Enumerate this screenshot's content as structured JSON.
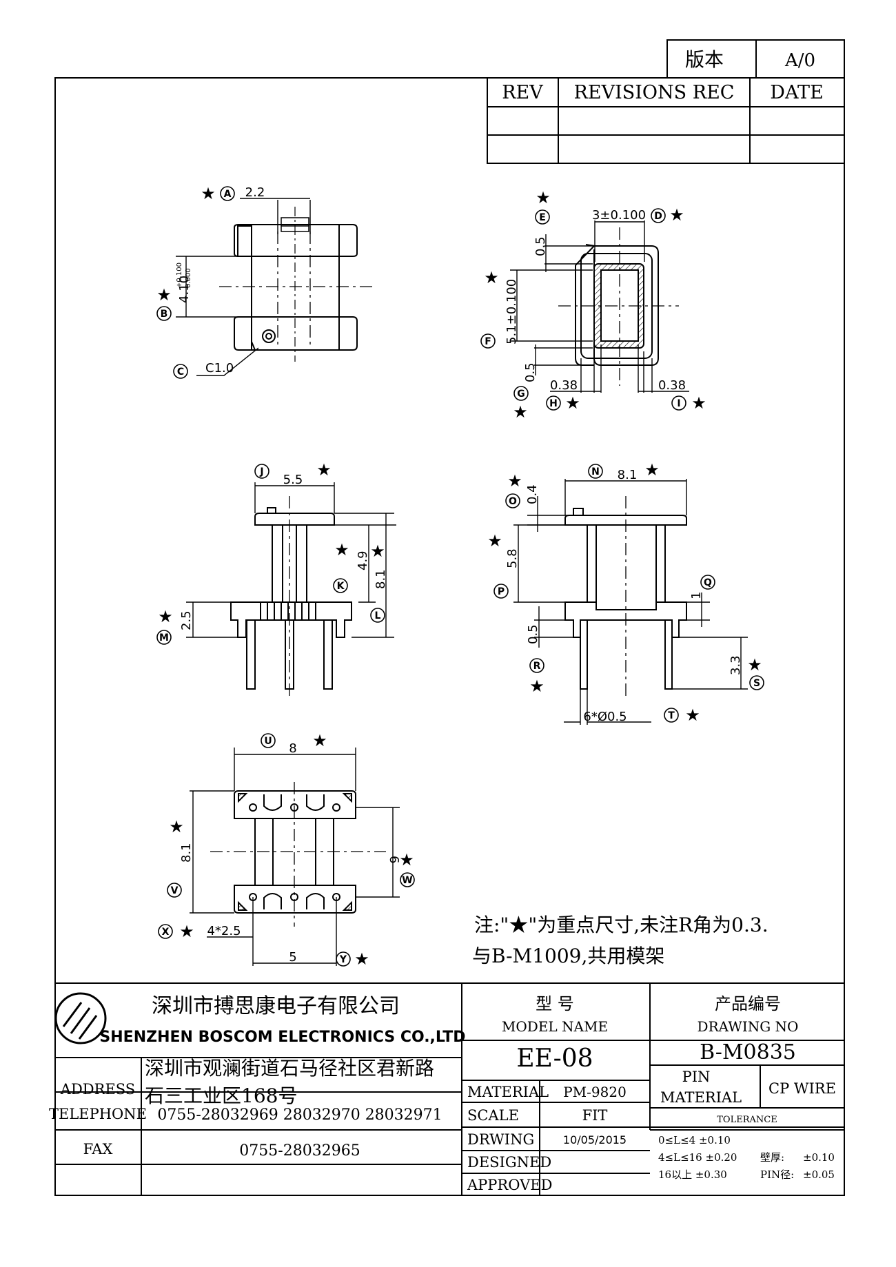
{
  "version_box": {
    "label": "版本",
    "value": "A/0"
  },
  "revision_table": {
    "headers": [
      "REV",
      "REVISIONS REC",
      "DATE"
    ]
  },
  "dimensions": {
    "A": "2.2",
    "B": "4.10",
    "B_tol_plus": "+0.100",
    "B_tol_minus": "0.000",
    "C": "C1.0",
    "D": "3±0.100",
    "E": "0.5",
    "F": "5.1±0.100",
    "G": "0.5",
    "H": "0.38",
    "I": "0.38",
    "J": "5.5",
    "K": "4.9",
    "L": "8.1",
    "M": "2.5",
    "N": "8.1",
    "O": "0.4",
    "P": "5.8",
    "Q": "1",
    "R": "0.5",
    "S": "3.3",
    "T": "6*Ø0.5",
    "U": "8",
    "V": "8.1",
    "W": "6",
    "X": "4*2.5",
    "Y": "5"
  },
  "callout_letters": [
    "A",
    "B",
    "C",
    "D",
    "E",
    "F",
    "G",
    "H",
    "I",
    "J",
    "K",
    "L",
    "M",
    "N",
    "O",
    "P",
    "Q",
    "R",
    "S",
    "T",
    "U",
    "V",
    "W",
    "X",
    "Y"
  ],
  "star_symbol": "★",
  "notes": {
    "line1": "注:\"★\"为重点尺寸,未注R角为0.3.",
    "line2": "与B-M1009,共用模架"
  },
  "title_block": {
    "company_cn": "深圳市搏思康电子有限公司",
    "company_en": "SHENZHEN BOSCOM ELECTRONICS CO.,LTD",
    "address_label": "ADDRESS",
    "address_line1": "深圳市观澜街道石马径社区君新路",
    "address_line2": "石三工业区168号",
    "telephone_label": "TELEPHONE",
    "telephone": "0755-28032969 28032970 28032971",
    "fax_label": "FAX",
    "fax": "0755-28032965",
    "model_cn": "型      号",
    "model_en": "MODEL NAME",
    "model_value": "EE-08",
    "drawing_cn": "产品编号",
    "drawing_en": "DRAWING NO",
    "drawing_value": "B-M0835",
    "material_label": "MATERIAL",
    "material_value": "PM-9820",
    "scale_label": "SCALE",
    "scale_value": "FIT",
    "drawing_label": "DRWING",
    "drawing_date": "10/05/2015",
    "designed_label": "DESIGNED",
    "approved_label": "APPROVED",
    "pin_label": "PIN",
    "pin_material_label": "MATERIAL",
    "pin_material_value": "CP WIRE",
    "tolerance_label": "TOLERANCE",
    "tol_1": "0≤L≤4  ±0.10",
    "tol_2": "4≤L≤16  ±0.20",
    "tol_3": "16以上     ±0.30",
    "wall_label": "壁厚:",
    "wall_value": "±0.10",
    "pin_dia_label": "PIN径:",
    "pin_dia_value": "±0.05"
  }
}
